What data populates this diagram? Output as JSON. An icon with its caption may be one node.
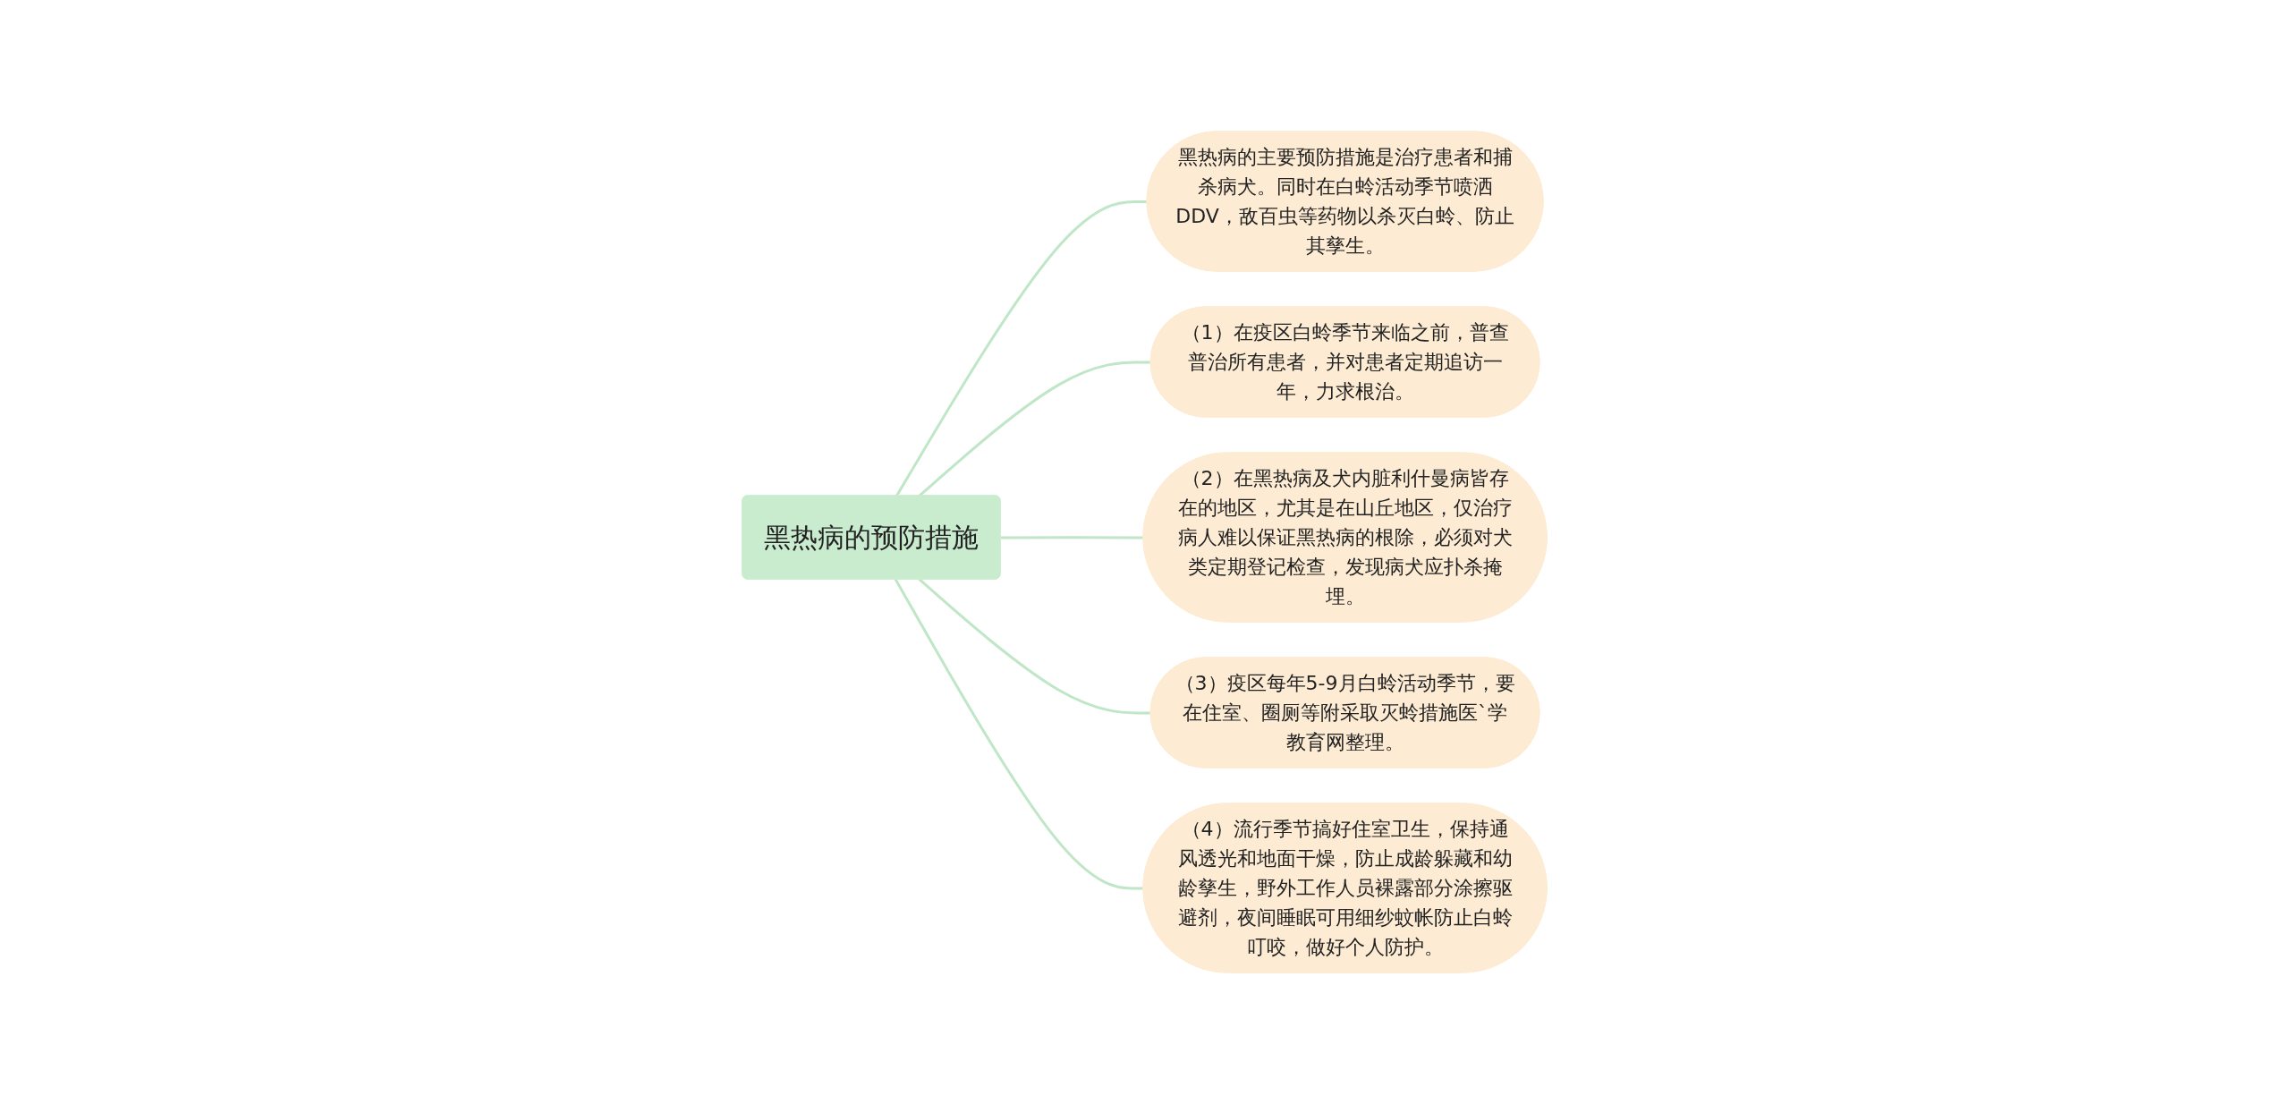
{
  "diagram": {
    "nodes": [
      {
        "text": [
          "黑热病的预防措施"
        ]
      },
      {
        "text": [
          "黑热病的主要预防措施是治疗患者和捕杀病犬。同时在白蛉活动季节喷洒DDV，敌百虫等药物以杀灭白蛉、防止其孳生。"
        ]
      },
      {
        "text": [
          "（1）在疫区白蛉季节来临之前，普查普治所有患者，并对患者定期追访一年，力求根治。"
        ]
      },
      {
        "text": [
          "（2）在黑热病及犬内脏利什曼病皆存在的地区，尤其是在山丘地区，仅治疗病人难以保证黑热病的根除，必须对犬类定期登记检查，发现病犬应扑杀掩埋。"
        ]
      },
      {
        "text": [
          "（3）疫区每年5-9月白蛉活动季节，要在住室、圈厕等附采取灭蛉措施医`学教育网整理。"
        ]
      },
      {
        "text": [
          "（4）流行季节搞好住室卫生，保持通风透光和地面干燥，防止成龄躲藏和幼龄孳生，野外工作人员裸露部分涂擦驱避剂，夜间睡眠可用细纱蚊帐防止白蛉叮咬，做好个人防护。"
        ]
      }
    ],
    "edges": [
      {
        "from": 0,
        "to": 1,
        "arrow": "none"
      },
      {
        "from": 0,
        "to": 2,
        "arrow": "none"
      },
      {
        "from": 0,
        "to": 3,
        "arrow": "none"
      },
      {
        "from": 0,
        "to": 4,
        "arrow": "none"
      },
      {
        "from": 0,
        "to": 5,
        "arrow": "none"
      }
    ]
  }
}
